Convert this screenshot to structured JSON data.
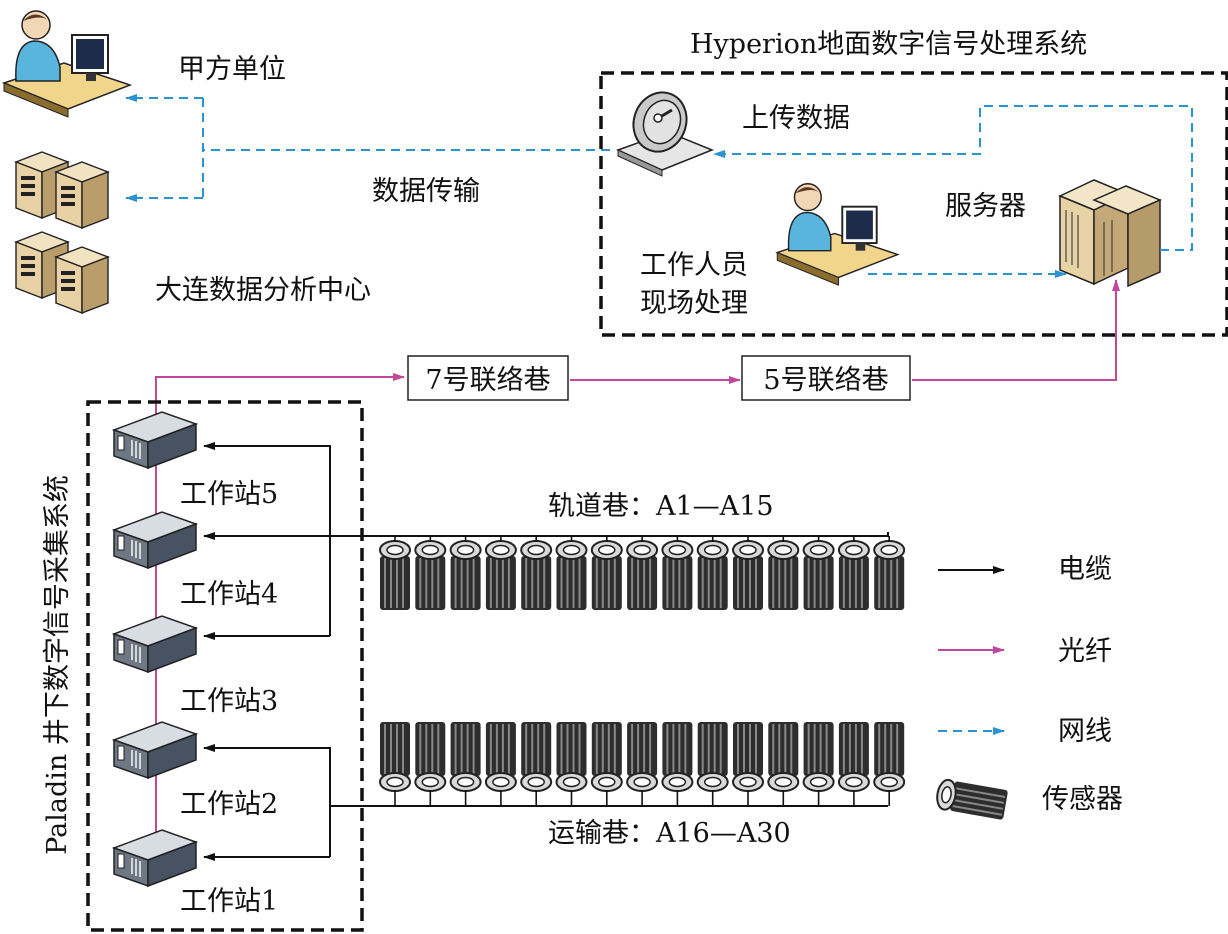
{
  "labels": {
    "client": "甲方单位",
    "dalian": "大连数据分析中心",
    "transfer": "数据传输",
    "hyperion": "Hyperion地面数字信号处理系统",
    "upload": "上传数据",
    "server": "服务器",
    "staff_line1": "工作人员",
    "staff_line2": "现场处理",
    "tunnel7": "7号联络巷",
    "tunnel5": "5号联络巷",
    "paladin": "Paladin 井下数字信号采集系统",
    "rail": "轨道巷：A1—A15",
    "transport": "运输巷：A16—A30"
  },
  "stations": [
    "工作站5",
    "工作站4",
    "工作站3",
    "工作站2",
    "工作站1"
  ],
  "legend": [
    "电缆",
    "光纤",
    "网线",
    "传感器"
  ],
  "sensor_rows": {
    "top_count": 15,
    "bottom_count": 15
  },
  "colors": {
    "cable": "#111111",
    "fiber": "#c0479b",
    "network": "#2b93cf",
    "box_border": "#111111"
  },
  "icons": {
    "client": "office-worker-icon",
    "dalian": "server-tower-icon",
    "dish": "satellite-dish-icon",
    "server": "server-cabinet-icon",
    "staff": "office-worker-icon",
    "station": "rack-server-icon",
    "sensor": "sensor-icon"
  }
}
